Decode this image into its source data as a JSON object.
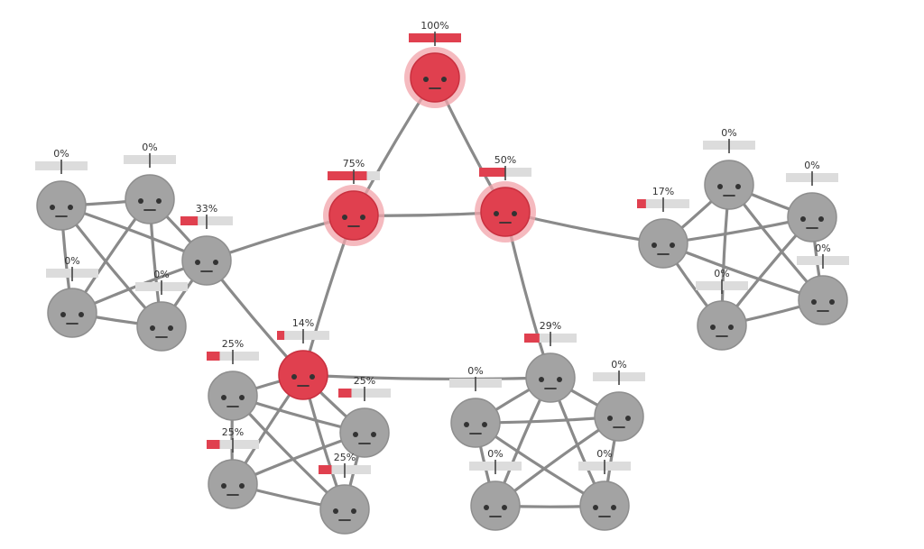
{
  "colors": {
    "infected": "#e0404f",
    "infected_glow": "#f2a3aa",
    "healthy": "#a3a3a3",
    "healthy_stroke": "#8e8e8e",
    "edge": "#8a8a8a",
    "bar_empty": "#dcdcdc",
    "bar_fill": "#e0404f"
  },
  "nodes": [
    {
      "id": "top",
      "label": "100%",
      "value": 1.0,
      "infected": true,
      "glow": true
    },
    {
      "id": "left-red",
      "label": "75%",
      "value": 0.75,
      "infected": true,
      "glow": true
    },
    {
      "id": "right-red",
      "label": "50%",
      "value": 0.5,
      "infected": true,
      "glow": true
    },
    {
      "id": "bottom-red",
      "label": "14%",
      "value": 0.14,
      "infected": true,
      "glow": false
    },
    {
      "id": "left-hub",
      "label": "33%",
      "value": 0.33,
      "infected": false
    },
    {
      "id": "right-hub",
      "label": "17%",
      "value": 0.17,
      "infected": false
    },
    {
      "id": "bottom-right-hub",
      "label": "29%",
      "value": 0.29,
      "infected": false
    },
    {
      "id": "ll-1",
      "label": "0%",
      "value": 0,
      "infected": false
    },
    {
      "id": "ll-2",
      "label": "0%",
      "value": 0,
      "infected": false
    },
    {
      "id": "ll-3",
      "label": "0%",
      "value": 0,
      "infected": false
    },
    {
      "id": "ll-4",
      "label": "0%",
      "value": 0,
      "infected": false
    },
    {
      "id": "rr-1",
      "label": "0%",
      "value": 0,
      "infected": false
    },
    {
      "id": "rr-2",
      "label": "0%",
      "value": 0,
      "infected": false
    },
    {
      "id": "rr-3",
      "label": "0%",
      "value": 0,
      "infected": false
    },
    {
      "id": "rr-4",
      "label": "0%",
      "value": 0,
      "infected": false
    },
    {
      "id": "bl-1",
      "label": "25%",
      "value": 0.25,
      "infected": false
    },
    {
      "id": "bl-2",
      "label": "25%",
      "value": 0.25,
      "infected": false
    },
    {
      "id": "bl-3",
      "label": "25%",
      "value": 0.25,
      "infected": false
    },
    {
      "id": "bl-4",
      "label": "25%",
      "value": 0.25,
      "infected": false
    },
    {
      "id": "br-1",
      "label": "0%",
      "value": 0,
      "infected": false
    },
    {
      "id": "br-2",
      "label": "0%",
      "value": 0,
      "infected": false
    },
    {
      "id": "br-3",
      "label": "0%",
      "value": 0,
      "infected": false
    },
    {
      "id": "br-4",
      "label": "0%",
      "value": 0,
      "infected": false
    }
  ],
  "edges": [
    [
      "top",
      "left-red"
    ],
    [
      "top",
      "right-red"
    ],
    [
      "left-red",
      "right-red"
    ],
    [
      "left-red",
      "left-hub"
    ],
    [
      "left-red",
      "bottom-red"
    ],
    [
      "right-red",
      "right-hub"
    ],
    [
      "right-red",
      "bottom-right-hub"
    ],
    [
      "bottom-red",
      "bottom-right-hub"
    ],
    [
      "left-hub",
      "bottom-red"
    ],
    [
      "left-hub",
      "ll-1"
    ],
    [
      "left-hub",
      "ll-2"
    ],
    [
      "left-hub",
      "ll-3"
    ],
    [
      "left-hub",
      "ll-4"
    ],
    [
      "ll-1",
      "ll-2"
    ],
    [
      "ll-1",
      "ll-3"
    ],
    [
      "ll-1",
      "ll-4"
    ],
    [
      "ll-2",
      "ll-3"
    ],
    [
      "ll-2",
      "ll-4"
    ],
    [
      "ll-3",
      "ll-4"
    ],
    [
      "right-hub",
      "rr-1"
    ],
    [
      "right-hub",
      "rr-2"
    ],
    [
      "right-hub",
      "rr-3"
    ],
    [
      "right-hub",
      "rr-4"
    ],
    [
      "rr-1",
      "rr-2"
    ],
    [
      "rr-1",
      "rr-3"
    ],
    [
      "rr-1",
      "rr-4"
    ],
    [
      "rr-2",
      "rr-3"
    ],
    [
      "rr-2",
      "rr-4"
    ],
    [
      "rr-3",
      "rr-4"
    ],
    [
      "bottom-red",
      "bl-1"
    ],
    [
      "bottom-red",
      "bl-2"
    ],
    [
      "bottom-red",
      "bl-3"
    ],
    [
      "bottom-red",
      "bl-4"
    ],
    [
      "bl-1",
      "bl-2"
    ],
    [
      "bl-1",
      "bl-3"
    ],
    [
      "bl-1",
      "bl-4"
    ],
    [
      "bl-2",
      "bl-3"
    ],
    [
      "bl-2",
      "bl-4"
    ],
    [
      "bl-3",
      "bl-4"
    ],
    [
      "bottom-right-hub",
      "br-1"
    ],
    [
      "bottom-right-hub",
      "br-2"
    ],
    [
      "bottom-right-hub",
      "br-3"
    ],
    [
      "bottom-right-hub",
      "br-4"
    ],
    [
      "br-1",
      "br-2"
    ],
    [
      "br-1",
      "br-3"
    ],
    [
      "br-1",
      "br-4"
    ],
    [
      "br-2",
      "br-3"
    ],
    [
      "br-2",
      "br-4"
    ],
    [
      "br-3",
      "br-4"
    ]
  ]
}
